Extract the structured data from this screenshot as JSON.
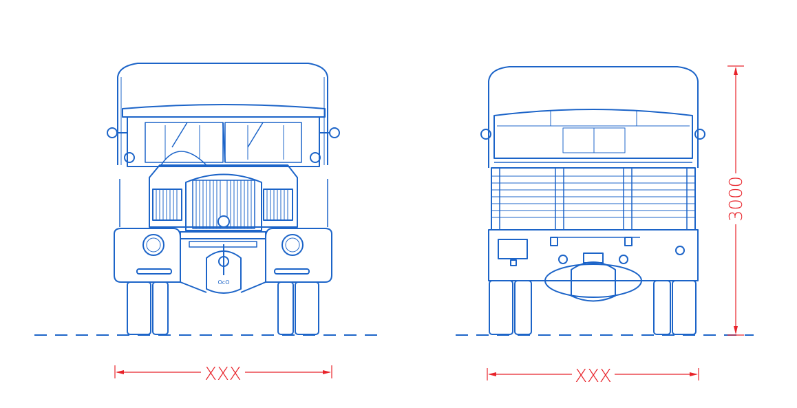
{
  "colors": {
    "line": "#1c64c8",
    "line_light": "#3a7fd6",
    "dimension": "#e8232a",
    "background": "#ffffff"
  },
  "views": {
    "front": {
      "name": "front-view",
      "width_label": "XXX"
    },
    "rear": {
      "name": "rear-view",
      "width_label": "XXX",
      "height_label": "3000"
    }
  },
  "plate_text": "OcO"
}
